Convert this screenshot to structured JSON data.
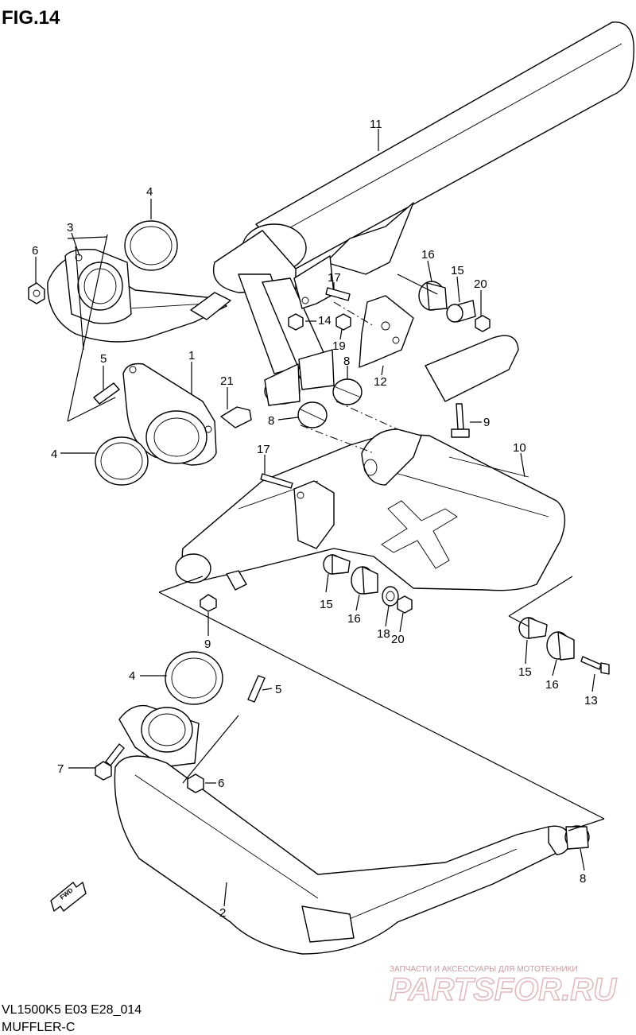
{
  "figure": {
    "title": "FIG.14",
    "model_code": "VL1500K5 E03 E28_014",
    "section_name": "MUFFLER-C"
  },
  "watermark": {
    "caption": "ЗАПЧАСТИ И АКСЕССУАРЫ ДЛЯ МОТОТЕХНИКИ",
    "brand": "PARTSFOR.RU"
  },
  "fwd_label": "FWD",
  "labels": {
    "n1": "1",
    "n2": "2",
    "n3": "3",
    "n4a": "4",
    "n4b": "4",
    "n4c": "4",
    "n5a": "5",
    "n5b": "5",
    "n6a": "6",
    "n6b": "6",
    "n7": "7",
    "n8a": "8",
    "n8b": "8",
    "n8c": "8",
    "n9a": "9",
    "n9b": "9",
    "n10": "10",
    "n11": "11",
    "n12": "12",
    "n13": "13",
    "n14": "14",
    "n15a": "15",
    "n15b": "15",
    "n15c": "15",
    "n16a": "16",
    "n16b": "16",
    "n16c": "16",
    "n17a": "17",
    "n17b": "17",
    "n18": "18",
    "n19": "19",
    "n20a": "20",
    "n20b": "20",
    "n21": "21"
  }
}
